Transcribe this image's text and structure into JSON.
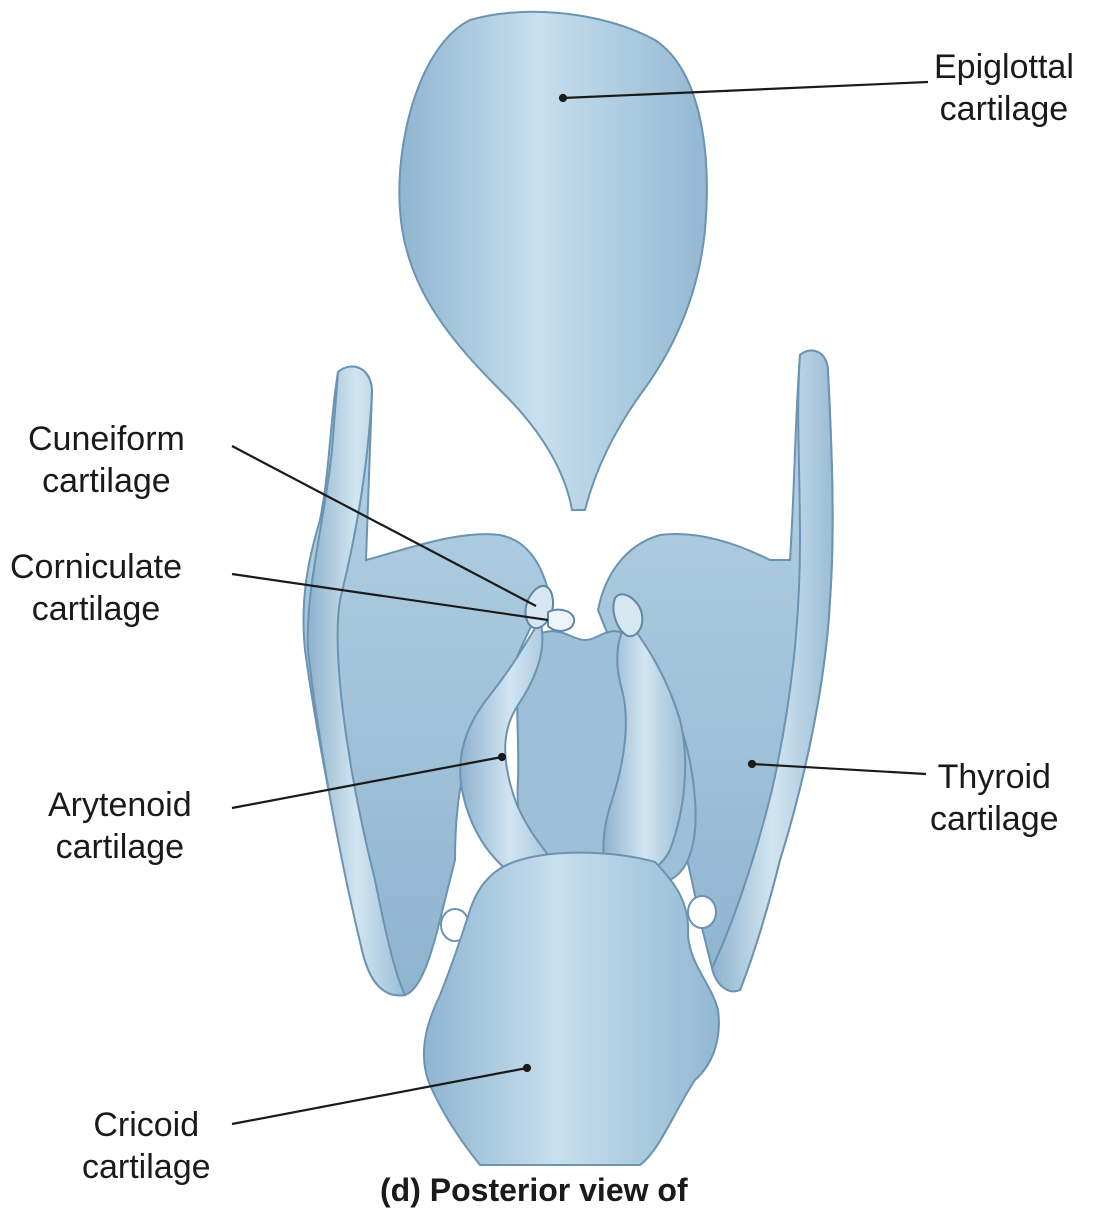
{
  "labels": {
    "epiglottal": {
      "line1": "Epiglottal",
      "line2": "cartilage"
    },
    "cuneiform": {
      "line1": "Cuneiform",
      "line2": "cartilage"
    },
    "corniculate": {
      "line1": "Corniculate",
      "line2": "cartilage"
    },
    "arytenoid": {
      "line1": "Arytenoid",
      "line2": "cartilage"
    },
    "thyroid": {
      "line1": "Thyroid",
      "line2": "cartilage"
    },
    "cricoid": {
      "line1": "Cricoid",
      "line2": "cartilage"
    }
  },
  "caption": "(d) Posterior view of",
  "colors": {
    "cartilage_fill": "#a9c8dd",
    "cartilage_shadow": "#86aecb",
    "cartilage_highlight": "#d6e7f2",
    "outline": "#5f87a6",
    "leader_line": "#1a1a1a"
  }
}
